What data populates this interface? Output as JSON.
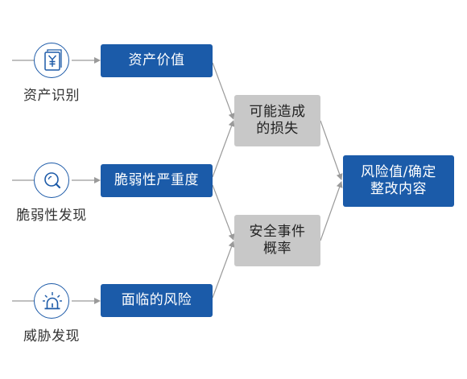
{
  "sources": [
    {
      "icon": "currency-document-icon",
      "label": "资产识别"
    },
    {
      "icon": "magnifier-icon",
      "label": "脆弱性发现"
    },
    {
      "icon": "alarm-light-icon",
      "label": "威胁发现"
    }
  ],
  "factors": [
    "资产价值",
    "脆弱性严重度",
    "面临的风险"
  ],
  "outcomes": [
    {
      "line1": "可能造成",
      "line2": "的损失"
    },
    {
      "line1": "安全事件",
      "line2": "概率"
    }
  ],
  "result": {
    "line1": "风险值/确定",
    "line2": "整改内容"
  },
  "colors": {
    "blue": "#1b5ba9",
    "gray": "#c8c8c8",
    "connector": "#9a9a9a"
  }
}
